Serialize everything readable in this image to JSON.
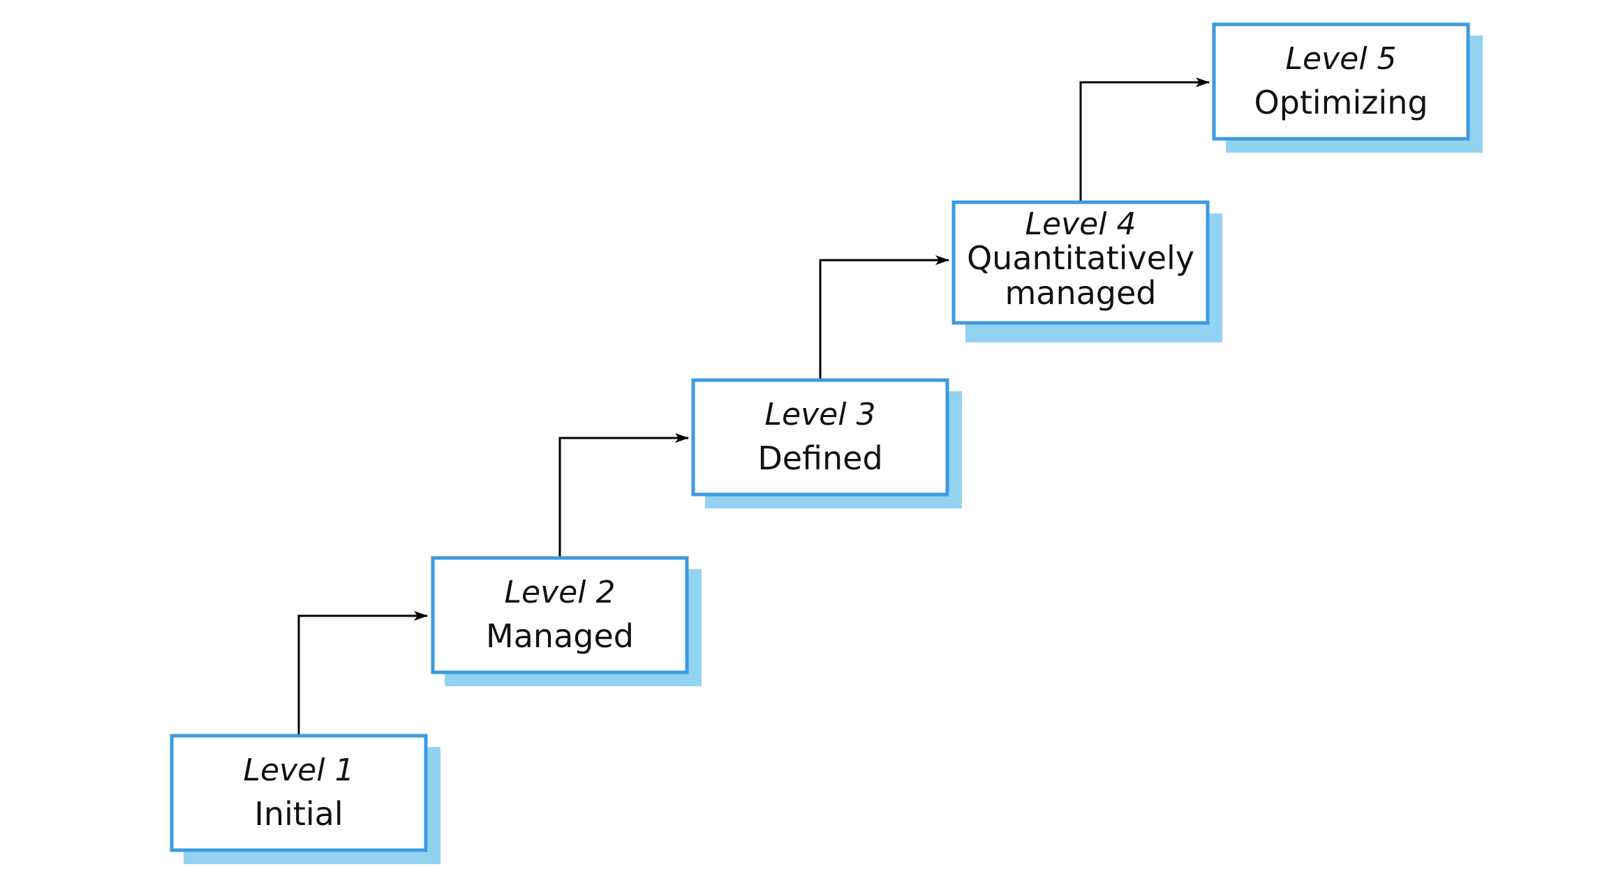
{
  "levels": [
    {
      "number_label": "Level 1",
      "name_lines": [
        "Initial"
      ]
    },
    {
      "number_label": "Level 2",
      "name_lines": [
        "Managed"
      ]
    },
    {
      "number_label": "Level 3",
      "name_lines": [
        "Defined"
      ]
    },
    {
      "number_label": "Level 4",
      "name_lines": [
        "Quantitatively",
        "managed"
      ]
    },
    {
      "number_label": "Level 5",
      "name_lines": [
        "Optimizing"
      ]
    }
  ],
  "colors": {
    "box_border": "#3c9be0",
    "box_shadow": "#93d3f2",
    "arrow": "#000000",
    "text": "#111111"
  }
}
